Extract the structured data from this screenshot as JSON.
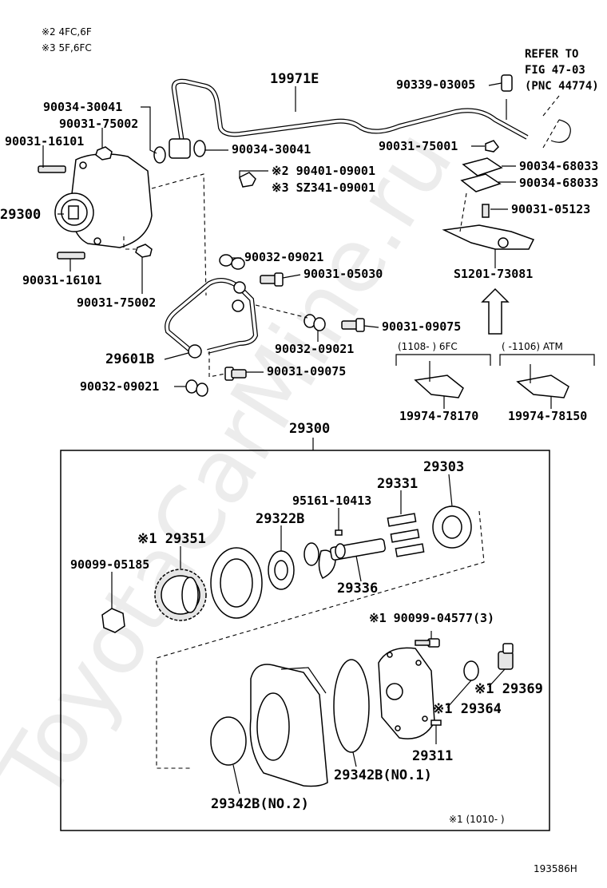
{
  "notes": {
    "n2": "※2 4FC,6F",
    "n3": "※3 5F,6FC",
    "n1": "※1 (1010-      )"
  },
  "reference": {
    "line1": "REFER TO",
    "line2": "FIG 47-03",
    "line3": "(PNC 44774)"
  },
  "top": {
    "tube_19971E": "19971E",
    "p_90339": "90339-03005",
    "p_90034_30041_a": "90034-30041",
    "p_90031_75002_a": "90031-75002",
    "p_90031_16101_a": "90031-16101",
    "p_29300_a": "29300",
    "p_90034_30041_b": "90034-30041",
    "p_90401": "※2 90401-09001",
    "p_sz341": "※3 SZ341-09001",
    "p_90031_75001": "90031-75001",
    "p_90034_68033_a": "90034-68033",
    "p_90034_68033_b": "90034-68033",
    "p_90031_05123": "90031-05123",
    "p_s1201": "S1201-73081",
    "p_90031_16101_b": "90031-16101",
    "p_90031_75002_b": "90031-75002",
    "p_90032_09021_a": "90032-09021",
    "p_90031_05030": "90031-05030",
    "p_90031_09075_a": "90031-09075",
    "p_90032_09021_b": "90032-09021",
    "p_29601B": "29601B",
    "p_90031_09075_b": "90031-09075",
    "p_90032_09021_c": "90032-09021",
    "range_6fc": "(1108-      ) 6FC",
    "range_atm": "(      -1106) ATM",
    "p_19974_78170": "19974-78170",
    "p_19974_78150": "19974-78150"
  },
  "assembly": {
    "title": "29300",
    "p_29303": "29303",
    "p_29331": "29331",
    "p_95161": "95161-10413",
    "p_29322B": "29322B",
    "p_29351": "※1 29351",
    "p_90099_05185": "90099-05185",
    "p_29336": "29336",
    "p_90099_04577": "※1 90099-04577(3)",
    "p_29369": "※1 29369",
    "p_29364": "※1 29364",
    "p_29311": "29311",
    "p_29342B_no1": "29342B(NO.1)",
    "p_29342B_no2": "29342B(NO.2)"
  },
  "watermark": "ToyotaCarMine.ru",
  "diagram_id": "193586H"
}
